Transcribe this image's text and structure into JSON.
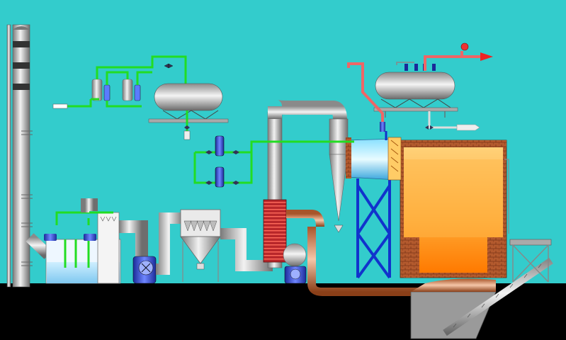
{
  "diagram": {
    "kind": "boiler-plant-process-mimic",
    "colors": {
      "background": "#33cccc",
      "ground": "#000000",
      "water_pipe": "#22dd22",
      "steam_pipe": "#ee6666",
      "flue_duct": "#c8c8c8",
      "furnace": "#ffaa33",
      "brick": "#b35a2e",
      "support": "#1133cc",
      "outlet_arrow": "#ee2222"
    },
    "components": [
      "chimney-stack",
      "water-treatment-filters",
      "deaerator-tank",
      "feed-pumps",
      "steam-drum",
      "economizer",
      "cyclone-separator",
      "bag-filter-hopper",
      "induced-draft-fan",
      "forced-draft-fan",
      "wet-scrubber-tank",
      "furnace-chamber",
      "ash-screw-conveyor"
    ]
  }
}
